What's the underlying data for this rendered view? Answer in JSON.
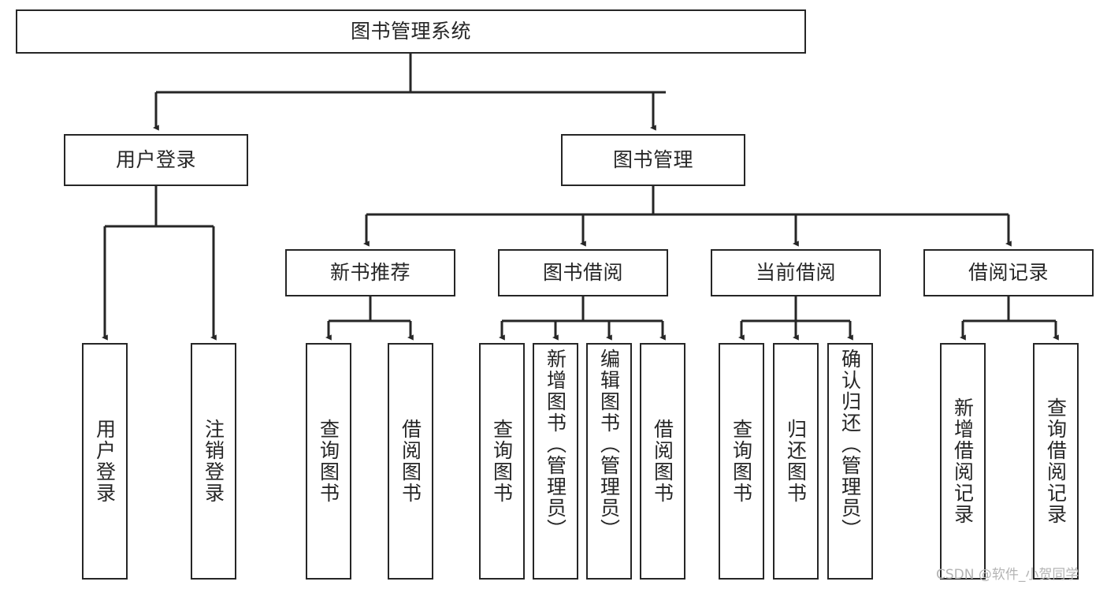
{
  "diagram": {
    "title": "图书管理系统",
    "type": "tree",
    "orientation": "top-down",
    "colors": {
      "node_border": "#262626",
      "node_fill": "#ffffff",
      "edge": "#262626",
      "text": "#262626",
      "watermark": "#b4b4b4",
      "background": "#ffffff"
    },
    "watermark": "CSDN @软件_小贺同学",
    "nodes": {
      "root": {
        "label": "图书管理系统"
      },
      "level2": [
        {
          "label": "用户登录"
        },
        {
          "label": "图书管理"
        }
      ],
      "level3": [
        {
          "label": "新书推荐"
        },
        {
          "label": "图书借阅"
        },
        {
          "label": "当前借阅"
        },
        {
          "label": "借阅记录"
        }
      ],
      "leaves": {
        "user_login": [
          {
            "label": "用户登录"
          },
          {
            "label": "注销登录"
          }
        ],
        "new_book_recommend": [
          {
            "label": "查询图书"
          },
          {
            "label": "借阅图书"
          }
        ],
        "book_borrow": [
          {
            "label": "查询图书"
          },
          {
            "label": "新增图书（管理员）"
          },
          {
            "label": "编辑图书（管理员）"
          },
          {
            "label": "借阅图书"
          }
        ],
        "current_borrow": [
          {
            "label": "查询图书"
          },
          {
            "label": "归还图书"
          },
          {
            "label": "确认归还（管理员）"
          }
        ],
        "borrow_record": [
          {
            "label": "新增借阅记录"
          },
          {
            "label": "查询借阅记录"
          }
        ]
      }
    }
  }
}
